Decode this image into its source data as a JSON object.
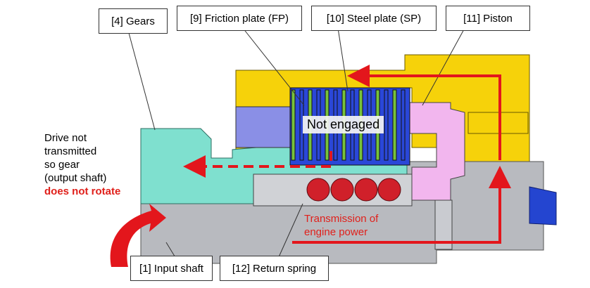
{
  "labels": {
    "gears": "[4] Gears",
    "friction_plate": "[9] Friction plate (FP)",
    "steel_plate": "[10] Steel plate (SP)",
    "piston": "[11] Piston",
    "input_shaft": "[1] Input shaft",
    "return_spring": "[12] Return spring"
  },
  "status": {
    "engagement": "Not engaged"
  },
  "note": {
    "line1": "Drive not",
    "line2": "transmitted",
    "line3": "so gear",
    "line4": "(output shaft)",
    "line5_red": "does not rotate"
  },
  "power_flow": {
    "line1": "Transmission of",
    "line2": "engine power"
  },
  "colors": {
    "housing_yellow": "#f6d20a",
    "gear_teal": "#7fe0cf",
    "shaft_gray": "#b5b7bd",
    "piston_pink": "#f2b6ee",
    "plate_blue": "#2a47d8",
    "plate_green": "#77c23c",
    "spring_red": "#d0202a",
    "arrow_red": "#e3161c"
  }
}
